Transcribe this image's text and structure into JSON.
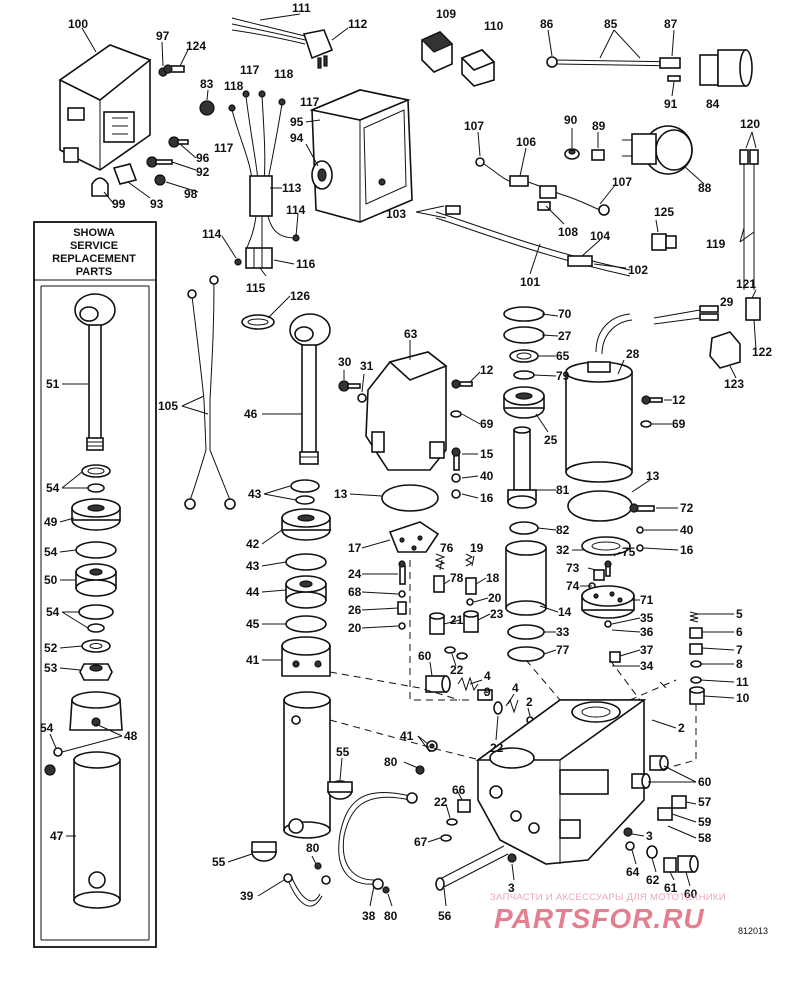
{
  "service_box": {
    "title_lines": [
      "SHOWA",
      "SERVICE",
      "REPLACEMENT",
      "PARTS"
    ]
  },
  "drawing_code": "812013",
  "watermark": {
    "caption": "ЗАПЧАСТИ И АКСЕССУАРЫ ДЛЯ МОТОТЕХНИКИ",
    "brand": "PARTSFOR.RU"
  },
  "callouts": [
    "100",
    "97",
    "124",
    "111",
    "112",
    "109",
    "110",
    "86",
    "85",
    "87",
    "84",
    "91",
    "83",
    "118",
    "117",
    "118",
    "117",
    "117",
    "95",
    "94",
    "96",
    "92",
    "98",
    "93",
    "99",
    "113",
    "114",
    "114",
    "116",
    "115",
    "126",
    "105",
    "107",
    "106",
    "107",
    "108",
    "90",
    "89",
    "88",
    "103",
    "101",
    "104",
    "102",
    "120",
    "125",
    "119",
    "121",
    "122",
    "123",
    "29",
    "51",
    "46",
    "54",
    "49",
    "54",
    "50",
    "54",
    "52",
    "53",
    "54",
    "48",
    "47",
    "43",
    "42",
    "43",
    "44",
    "45",
    "41",
    "30",
    "31",
    "63",
    "12",
    "69",
    "15",
    "40",
    "16",
    "13",
    "17",
    "24",
    "68",
    "26",
    "20",
    "76",
    "78",
    "19",
    "18",
    "20",
    "21",
    "23",
    "22",
    "60",
    "70",
    "27",
    "65",
    "79",
    "25",
    "28",
    "12",
    "69",
    "81",
    "82",
    "13",
    "72",
    "40",
    "16",
    "32",
    "75",
    "73",
    "74",
    "71",
    "14",
    "33",
    "77",
    "35",
    "36",
    "37",
    "34",
    "5",
    "6",
    "7",
    "8",
    "11",
    "10",
    "4",
    "9",
    "4",
    "2",
    "2",
    "22",
    "41",
    "80",
    "55",
    "66",
    "22",
    "67",
    "55",
    "80",
    "39",
    "38",
    "80",
    "56",
    "3",
    "60",
    "57",
    "59",
    "58",
    "3",
    "64",
    "62",
    "61",
    "60"
  ]
}
